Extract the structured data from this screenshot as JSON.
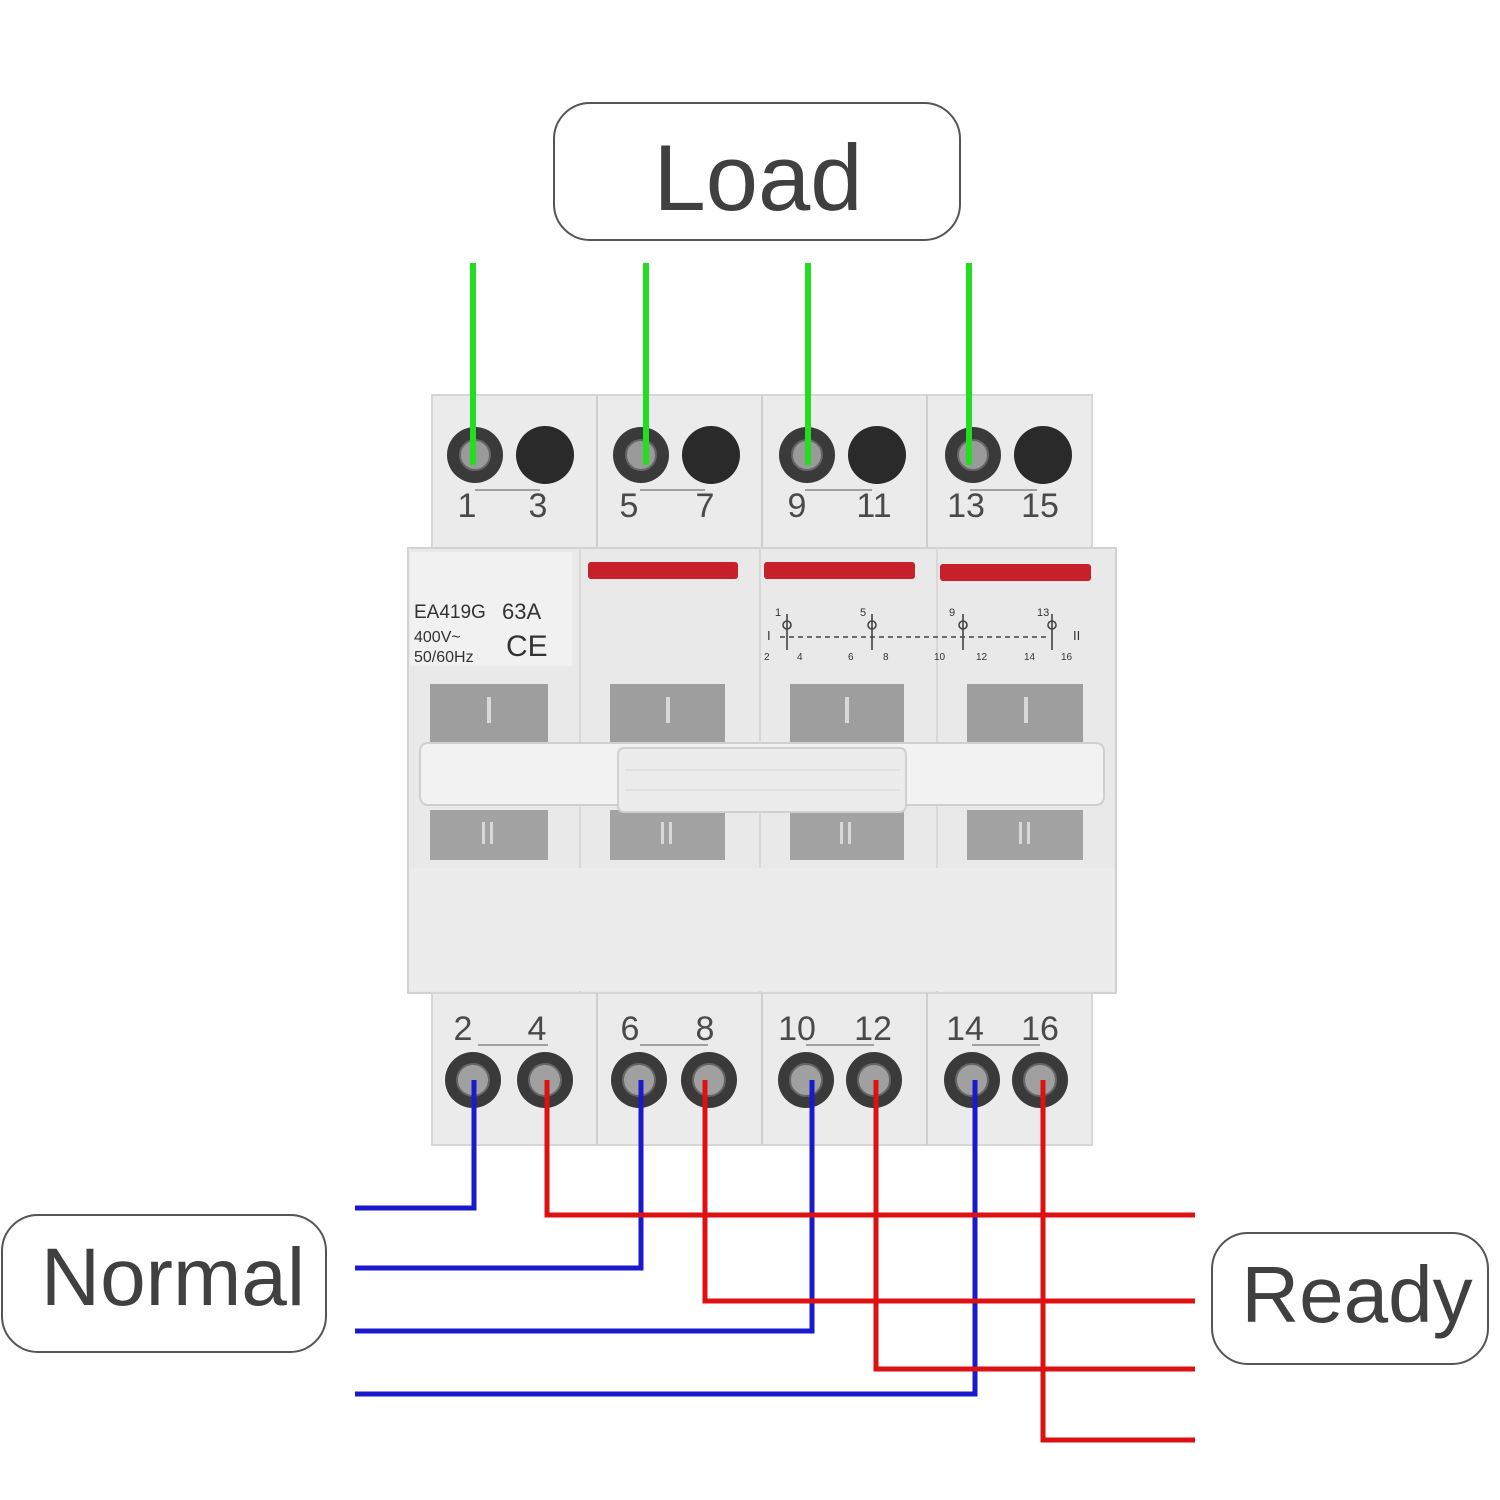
{
  "labels": {
    "load": "Load",
    "normal": "Normal",
    "ready": "Ready"
  },
  "device": {
    "model": "EA419G",
    "current": "63A",
    "voltage": "400V~",
    "frequency": "50/60Hz",
    "mark": "CE",
    "top_terminals": [
      "1",
      "3",
      "5",
      "7",
      "9",
      "11",
      "13",
      "15"
    ],
    "bottom_terminals": [
      "2",
      "4",
      "6",
      "8",
      "10",
      "12",
      "14",
      "16"
    ],
    "position_one": "I",
    "position_two": "II",
    "schematic_top": [
      "1",
      "5",
      "9",
      "13"
    ],
    "schematic_bottom": [
      "2",
      "4",
      "6",
      "8",
      "10",
      "12",
      "14",
      "16"
    ]
  },
  "colors": {
    "load_wire": "#22dd22",
    "normal_wire": "#1a1acc",
    "ready_wire": "#dd1111",
    "indicator": "#c8202a",
    "housing": "#ebebeb"
  }
}
